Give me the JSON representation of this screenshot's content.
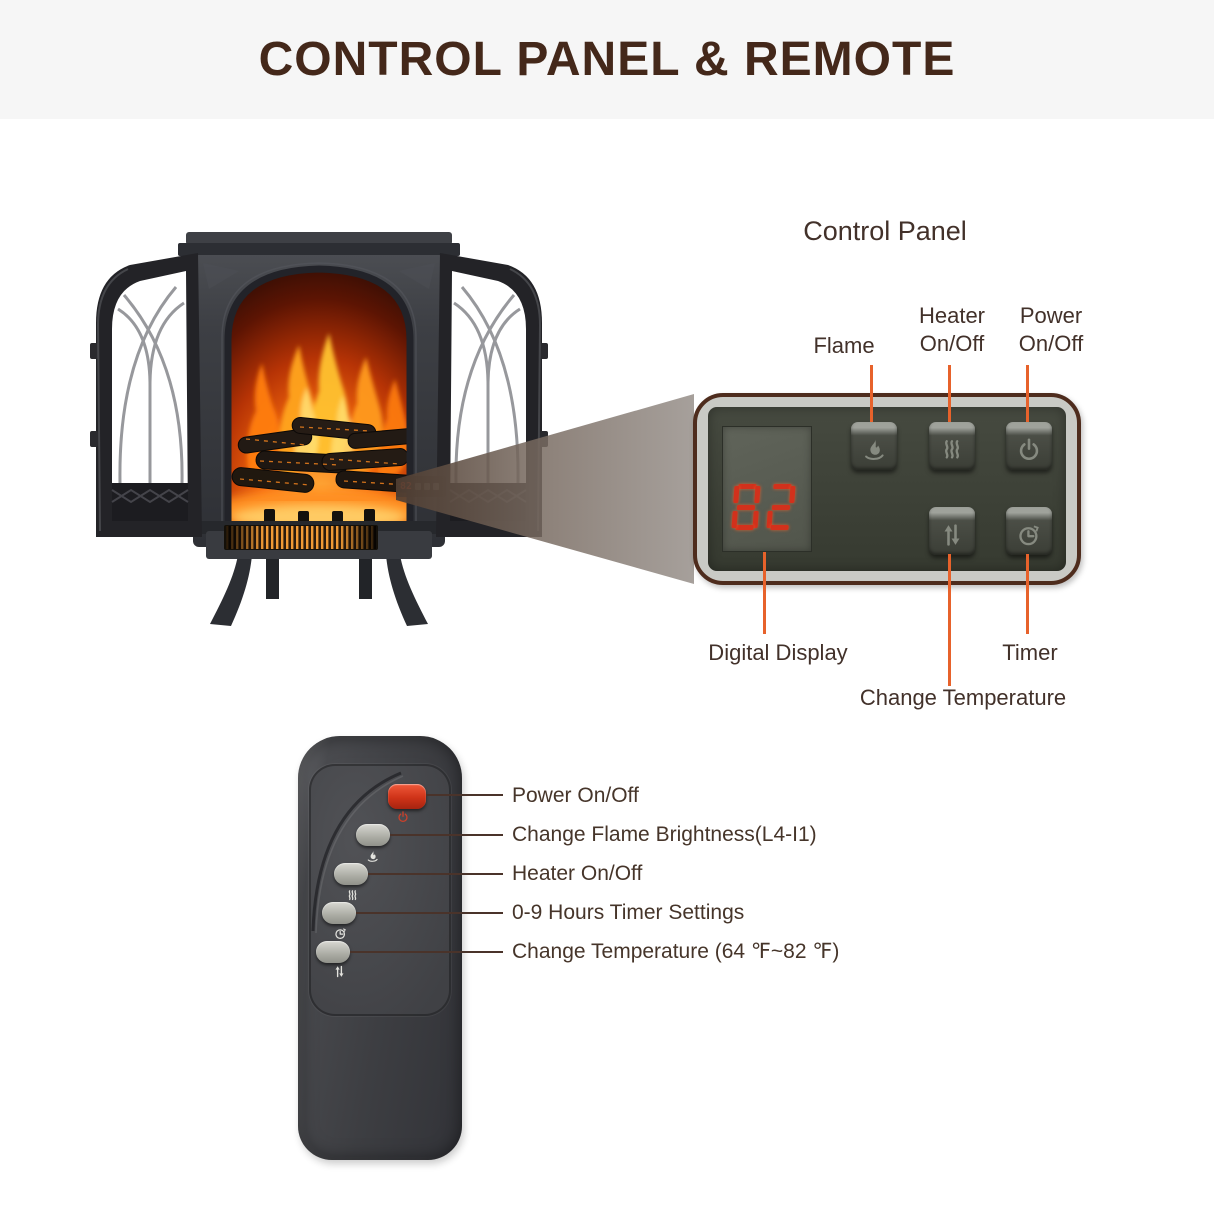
{
  "title": "CONTROL PANEL & REMOTE",
  "panel": {
    "heading": "Control Panel",
    "display_value": "82",
    "labels": {
      "flame": "Flame",
      "heater_line1": "Heater",
      "heater_line2": "On/Off",
      "power_line1": "Power",
      "power_line2": "On/Off",
      "digital_display": "Digital Display",
      "timer": "Timer",
      "change_temperature": "Change Temperature"
    },
    "buttons": [
      {
        "name": "flame",
        "icon": "flame-icon"
      },
      {
        "name": "heater-on-off",
        "icon": "heater-waves-icon"
      },
      {
        "name": "power-on-off",
        "icon": "power-icon"
      },
      {
        "name": "change-temperature",
        "icon": "up-down-arrows-icon"
      },
      {
        "name": "timer",
        "icon": "timer-clock-icon"
      }
    ]
  },
  "remote": {
    "labels": {
      "power": "Power On/Off",
      "flame_brightness": "Change Flame Brightness(L4-I1)",
      "heater": "Heater On/Off",
      "timer": "0-9 Hours Timer Settings",
      "temperature": "Change Temperature (64 ℉~82 ℉)"
    },
    "buttons": [
      {
        "name": "power",
        "icon": "power-icon"
      },
      {
        "name": "flame-brightness",
        "icon": "flame-icon"
      },
      {
        "name": "heater",
        "icon": "heater-waves-icon"
      },
      {
        "name": "timer",
        "icon": "timer-clock-icon"
      },
      {
        "name": "temperature",
        "icon": "up-down-arrows-icon"
      }
    ]
  },
  "colors": {
    "title_text": "#44281a",
    "label_text": "#42312a",
    "callout_orange": "#e7622b",
    "callout_brown": "#4a332a",
    "panel_border": "#4e2c1d",
    "display_digits": "#d2311c",
    "remote_power_button": "#cf3318"
  }
}
